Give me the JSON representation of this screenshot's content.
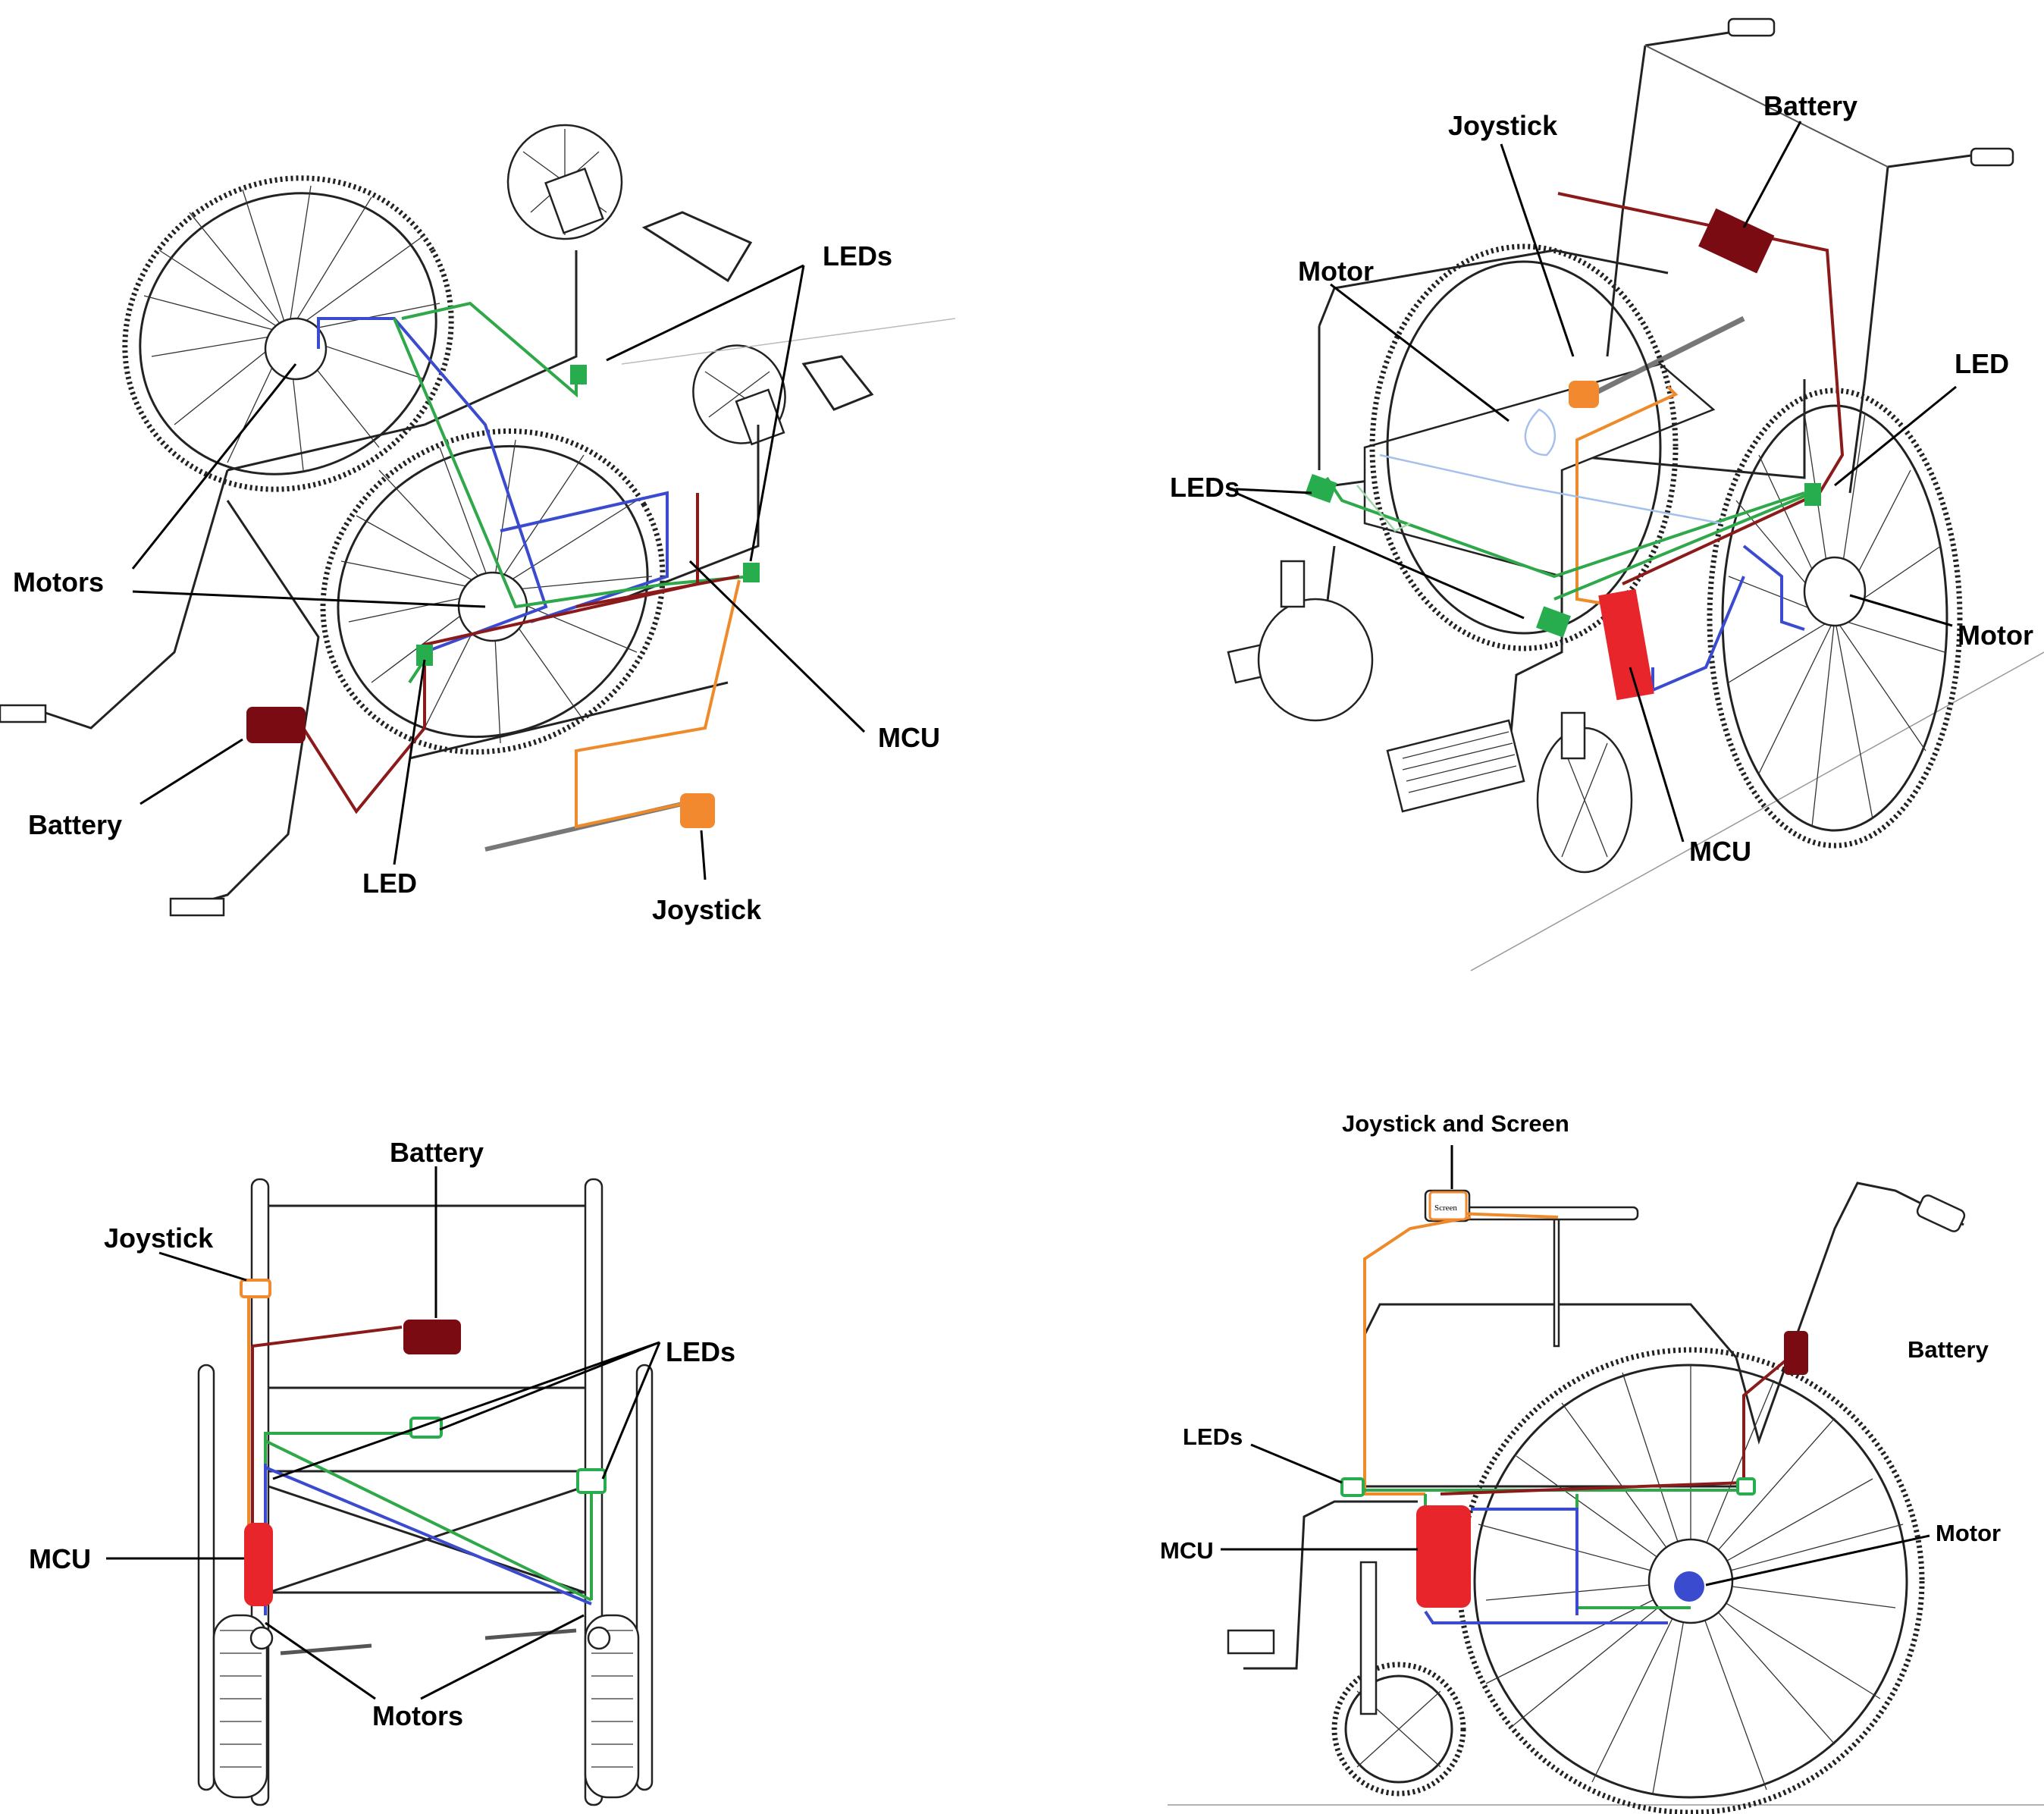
{
  "colors": {
    "battery": "#7b0b13",
    "mcu": "#e8252b",
    "joystick": "#f2892e",
    "led": "#27ad4d",
    "wire_blue": "#3a4bd0",
    "wire_green": "#2fa84a",
    "wire_red": "#8c1a1a",
    "wire_orange": "#ef8a2a"
  },
  "views": [
    {
      "name": "top-left isometric underside view",
      "labels": {
        "leds": "LEDs",
        "motors": "Motors",
        "mcu": "MCU",
        "battery": "Battery",
        "led": "LED",
        "joystick": "Joystick"
      }
    },
    {
      "name": "top-right isometric front view",
      "labels": {
        "joystick": "Joystick",
        "battery": "Battery",
        "motor_left": "Motor",
        "led": "LED",
        "leds": "LEDs",
        "motor_right": "Motor",
        "mcu": "MCU"
      }
    },
    {
      "name": "bottom-left rear view",
      "labels": {
        "battery": "Battery",
        "joystick": "Joystick",
        "leds": "LEDs",
        "mcu": "MCU",
        "motors": "Motors"
      }
    },
    {
      "name": "bottom-right side view",
      "labels": {
        "joystick_screen": "Joystick and Screen",
        "battery": "Battery",
        "leds": "LEDs",
        "mcu": "MCU",
        "motor": "Motor",
        "screen_text": "Screen"
      }
    }
  ]
}
